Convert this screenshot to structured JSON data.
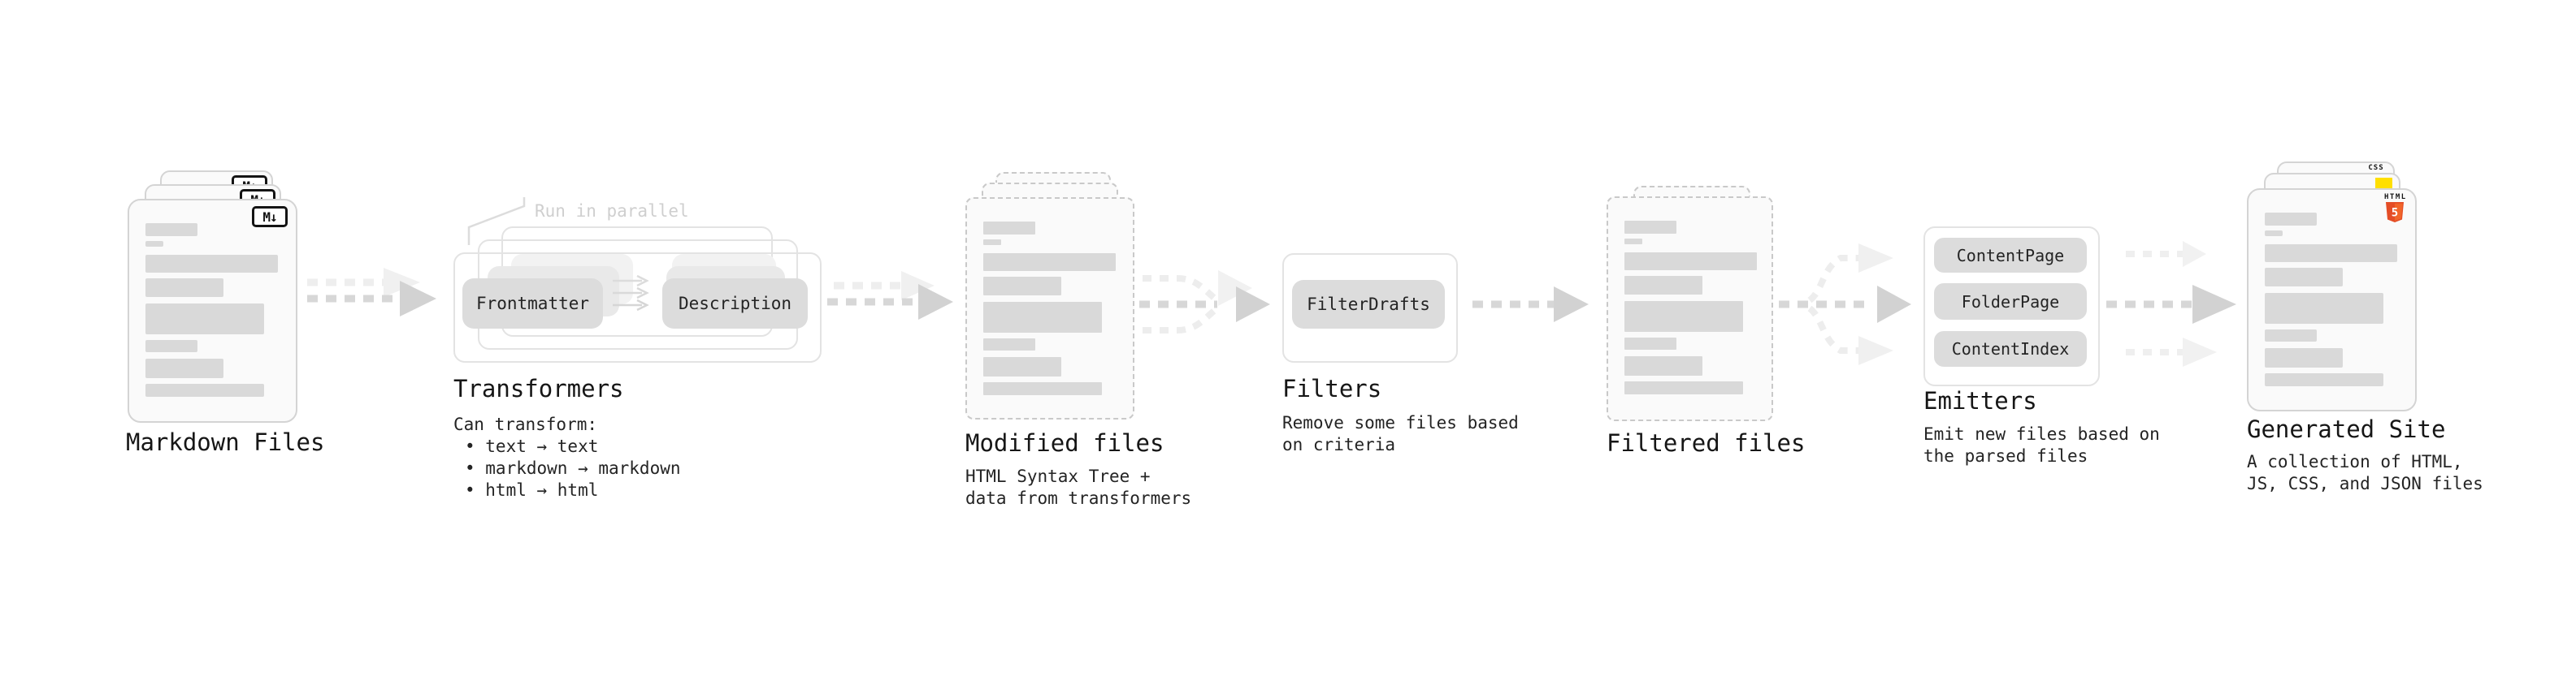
{
  "stages": {
    "markdown": {
      "title": "Markdown Files",
      "badge": "M↓"
    },
    "transformers": {
      "title": "Transformers",
      "parallel_note": "Run in parallel",
      "node_frontmatter": "Frontmatter",
      "node_description": "Description",
      "desc_heading": "Can transform:",
      "bullets": [
        "• text → text",
        "• markdown → markdown",
        "• html → html"
      ]
    },
    "modified": {
      "title": "Modified files",
      "desc_line1": "HTML Syntax Tree +",
      "desc_line2": "data from transformers"
    },
    "filters": {
      "title": "Filters",
      "node_filterdrafts": "FilterDrafts",
      "desc_line1": "Remove some files based",
      "desc_line2": "on criteria"
    },
    "filtered": {
      "title": "Filtered files"
    },
    "emitters": {
      "title": "Emitters",
      "node_contentpage": "ContentPage",
      "node_folderpage": "FolderPage",
      "node_contentindex": "ContentIndex",
      "desc_line1": "Emit new files based on",
      "desc_line2": "the parsed files"
    },
    "generated": {
      "title": "Generated Site",
      "desc_line1": "A collection of HTML,",
      "desc_line2": "JS, CSS, and JSON files",
      "badge_css": "CSS",
      "badge_html_word": "HTML",
      "badge_html_number": "5"
    }
  },
  "colors": {
    "html5_orange": "#e44d26",
    "html5_orange_light": "#f16529",
    "js_yellow": "#ffdf00",
    "css_blue": "#2562ff",
    "skeleton_gray": "#d9d9d9",
    "arrow_gray": "#d7d7d7",
    "arrow_light_gray": "#eeeeee"
  }
}
